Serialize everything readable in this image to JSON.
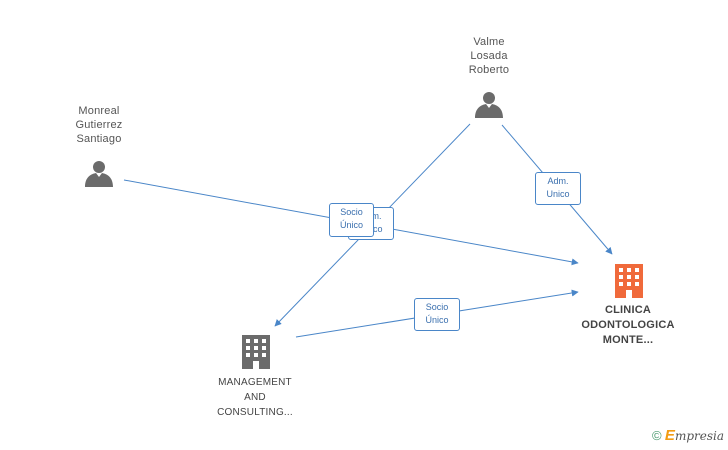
{
  "nodes": {
    "person_valme": {
      "lines": [
        "Valme",
        "Losada",
        "Roberto"
      ]
    },
    "person_monreal": {
      "lines": [
        "Monreal",
        "Gutierrez",
        "Santiago"
      ]
    },
    "company_management": {
      "lines": [
        "MANAGEMENT",
        "AND",
        "CONSULTING..."
      ]
    },
    "company_clinica": {
      "lines": [
        "CLINICA",
        "ODONTOLOGICA",
        "MONTE..."
      ]
    }
  },
  "edges": {
    "valme_clinica": {
      "lines": [
        "Adm.",
        "Unico"
      ]
    },
    "valme_management": {
      "lines": [
        "Adm.",
        "Unico"
      ]
    },
    "monreal_clinica": {
      "lines": [
        "Socio",
        "Único"
      ]
    },
    "management_clinica": {
      "lines": [
        "Socio",
        "Único"
      ]
    }
  },
  "colors": {
    "edge": "#4a86c8",
    "person_icon": "#6b6b6b",
    "company_icon": "#6b6b6b",
    "target_icon": "#f06a3b"
  },
  "footer": {
    "copyright": "©",
    "brand_initial": "E",
    "brand_rest": "mpresia"
  }
}
